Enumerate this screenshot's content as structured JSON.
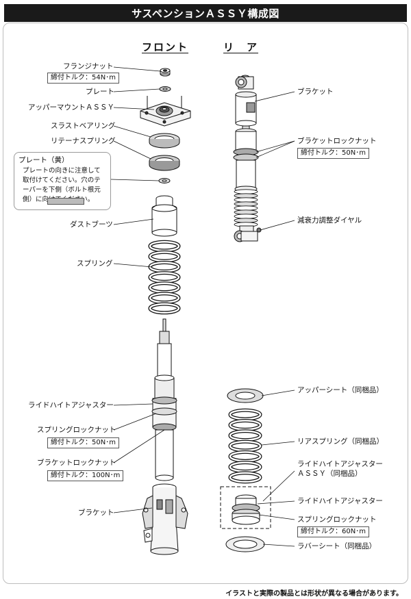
{
  "title": "サスペンションＡＳＳＹ構成図",
  "front_heading": "フロント",
  "rear_heading": "リ　ア",
  "front": {
    "flange_nut": "フランジナット",
    "flange_nut_torque": "締付トルク：54N･m",
    "plate": "プレート",
    "upper_mount": "アッパーマウントＡＳＳＹ",
    "thrust_bearing": "スラストベアリング",
    "retainer_spring": "リテーナスプリング",
    "dust_boot": "ダストブーツ",
    "spring": "スプリング",
    "ride_height_adjuster": "ライドハイトアジャスター",
    "spring_lock_nut": "スプリングロックナット",
    "spring_lock_nut_torque": "締付トルク：50N･m",
    "bracket_lock_nut": "ブラケットロックナット",
    "bracket_lock_nut_torque": "締付トルク：100N･m",
    "bracket": "ブラケット"
  },
  "note": {
    "title": "プレート（黄）",
    "body": "プレートの向きに注意して取付けてください。穴のテーパーを下側（ボルト根元側）に向けてください。"
  },
  "rear": {
    "bracket": "ブラケット",
    "bracket_lock_nut": "ブラケットロックナット",
    "bracket_lock_nut_torque": "締付トルク：50N･m",
    "damping_dial": "減衰力調整ダイヤル",
    "upper_seat": "アッパーシート（同梱品）",
    "rear_spring": "リアスプリング（同梱品）",
    "rha_assy_1": "ライドハイトアジャスター",
    "rha_assy_2": "ＡＳＳＹ（同梱品）",
    "ride_height_adjuster": "ライドハイトアジャスター",
    "spring_lock_nut": "スプリングロックナット",
    "spring_lock_nut_torque": "締付トルク：60N･m",
    "rubber_seat": "ラバーシート（同梱品）"
  },
  "footer": "イラストと実際の製品とは形状が異なる場合があります。"
}
